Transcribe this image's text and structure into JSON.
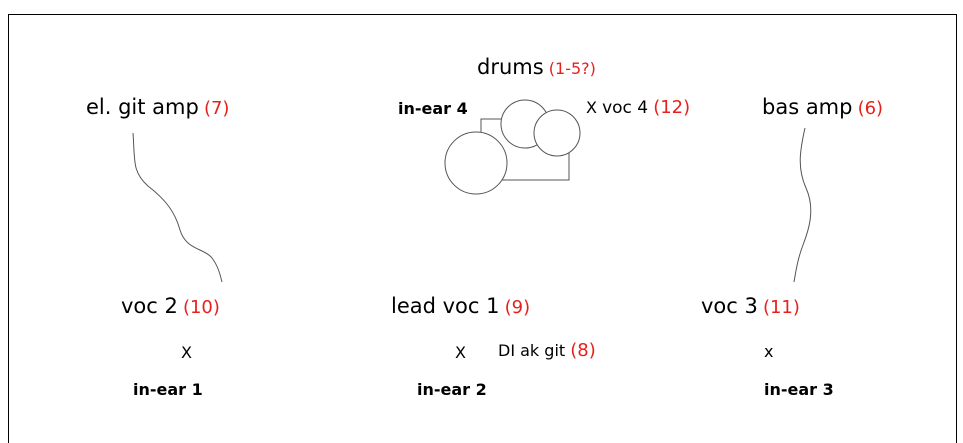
{
  "labels": {
    "drums": {
      "name": "drums",
      "channel": "(1-5?)"
    },
    "el_git_amp": {
      "name": "el. git amp",
      "channel": "(7)"
    },
    "voc4": {
      "prefix": "X",
      "name": "voc 4",
      "channel": "(12)"
    },
    "bas_amp": {
      "name": "bas amp",
      "channel": "(6)"
    },
    "voc2": {
      "name": "voc 2",
      "channel": "(10)"
    },
    "lead_voc1": {
      "name": "lead voc 1",
      "channel": "(9)"
    },
    "voc3": {
      "name": "voc 3",
      "channel": "(11)"
    },
    "di_ak_git": {
      "name": "DI ak git",
      "channel": "(8)"
    }
  },
  "in_ears": {
    "in_ear_1": "in-ear 1",
    "in_ear_2": "in-ear 2",
    "in_ear_3": "in-ear 3",
    "in_ear_4": "in-ear 4"
  },
  "marks": {
    "voc2_mark": "X",
    "lead_voc_mark": "X",
    "voc3_mark": "x"
  },
  "colors": {
    "channel_number": "#e8201c",
    "lines": "#555555"
  }
}
